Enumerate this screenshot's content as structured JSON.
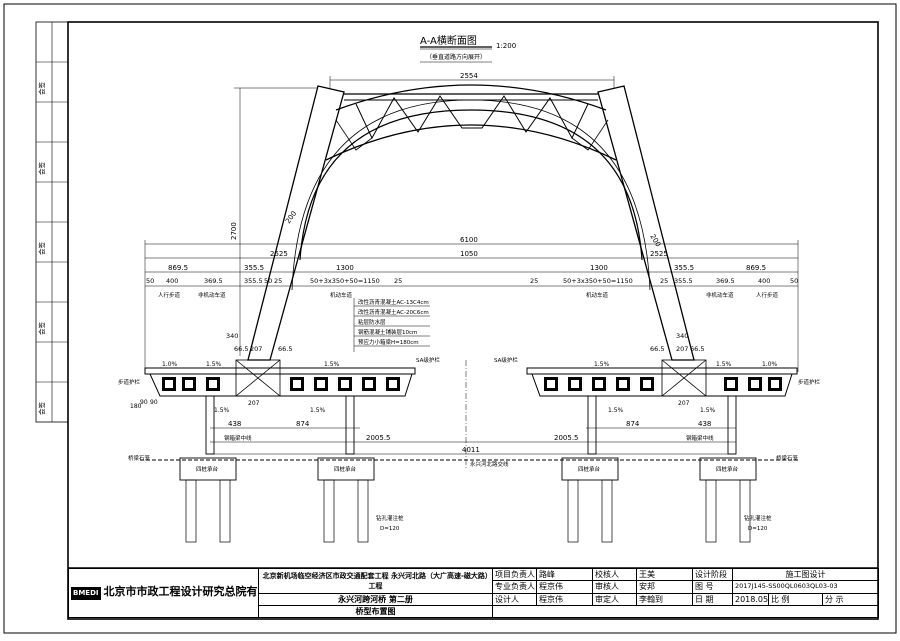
{
  "title": "A-A横断面图",
  "title_scale": "1:200",
  "title_sub": "（垂直道路方向展开）",
  "margin_labels": [
    "会签",
    "会签",
    "会签",
    "会签",
    "会签"
  ],
  "dims": {
    "arch_top": "2554",
    "arch_height": "2700",
    "arch_rib_l": "200",
    "arch_rib_r": "200",
    "overall_width": "6100",
    "offset_l": "2525",
    "offset_r": "2525",
    "inner_width": "1050",
    "left_sidewalk": "869.5",
    "left_355": "355.5",
    "left_1300": "1300",
    "right_1300": "1300",
    "right_355": "355.5",
    "right_sidewalk": "869.5",
    "seg_50": "50",
    "seg_400": "400",
    "seg_369": "369.5",
    "seg_355": "355.5",
    "seg_50b": "50",
    "lane_expr": "50+3x350+50=1150",
    "seg_25": "25",
    "seg_25b": "25",
    "col_340": "340",
    "col_66": "66.5",
    "col_207": "207",
    "col_66b": "66.5",
    "h_180": "180",
    "h_90": "90",
    "h_90b": "90",
    "bearing_207": "207",
    "pier_438": "438",
    "pier_874": "874",
    "half_2005": "2005.5",
    "half_2005b": "2005.5",
    "total_4011": "4011",
    "slope_10": "1.0%",
    "slope_15": "1.5%",
    "slope_15b": "1.5%",
    "slope_15c": "1.5%",
    "slope_10b": "1.0%"
  },
  "lane_labels": {
    "sidewalk": "人行步道",
    "nonmotor": "非机动车道",
    "motor": "机动车道",
    "motor_r": "机动车道",
    "nonmotor_r": "非机动车道",
    "sidewalk_r": "人行步道"
  },
  "pavement_notes": [
    "改性沥青混凝土AC-13C4cm",
    "改性沥青混凝土AC-20C6cm",
    "粘层防水层",
    "钢筋混凝土铺装层10cm",
    "预应力小箱梁H=180cm"
  ],
  "labels": {
    "sa_guardrail_l": "SA级护栏",
    "sa_guardrail_r": "SA级护栏",
    "walk_rail_l": "步道护栏",
    "walk_rail_r": "步道护栏",
    "steel_box_l": "钢箱梁中线",
    "steel_box_r": "钢箱梁中线",
    "road_center": "永兴河北路交线",
    "platform_l": "桥梁石笼",
    "platform_r": "桥梁石笼",
    "cap_1": "四桩承台",
    "cap_2": "四桩承台",
    "cap_3": "四桩承台",
    "cap_4": "四桩承台",
    "pile_l": "钻孔灌注桩",
    "pile_l_d": "D=120",
    "pile_r": "钻孔灌注桩",
    "pile_r_d": "D=120"
  },
  "titleblock": {
    "company": "北京市市政工程设计研究总院有限公司",
    "logo_text": "BMEDI",
    "project_line": "北京新机场临空经济区市政交通配套工程 永兴河北路（大广高速-磁大路）工程",
    "sub_line": "永兴河跨河桥 第二册",
    "drawing_name": "桥型布置图",
    "r1": [
      "项目负责人",
      "路峰",
      "校核人",
      "王美"
    ],
    "r2": [
      "专业负责人",
      "程京伟",
      "审核人",
      "安邦"
    ],
    "r3": [
      "设计人",
      "程京伟",
      "审定人",
      "李翰到"
    ],
    "stage_label": "设计阶段",
    "stage_value": "施工图设计",
    "no_label": "图 号",
    "no_value": "2017J145-SS00QL0603QL03-03",
    "date_label": "日 期",
    "date_value": "2018.05",
    "scale_label": "比 例",
    "scale_value": "分 示"
  }
}
